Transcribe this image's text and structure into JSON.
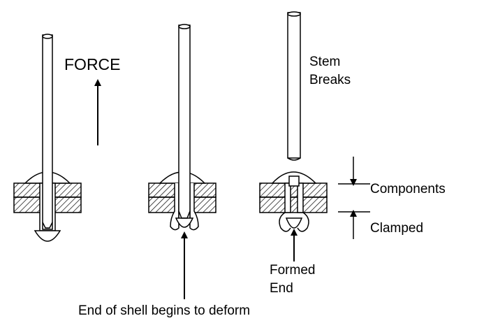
{
  "labels": {
    "force": "FORCE",
    "stem_breaks_1": "Stem",
    "stem_breaks_2": "Breaks",
    "components": "Components",
    "clamped": "Clamped",
    "formed_end_1": "Formed",
    "formed_end_2": "End",
    "shell_deform": "End of shell begins to deform"
  },
  "colors": {
    "line": "#000000",
    "hatch": "#000000",
    "background": "#ffffff"
  }
}
